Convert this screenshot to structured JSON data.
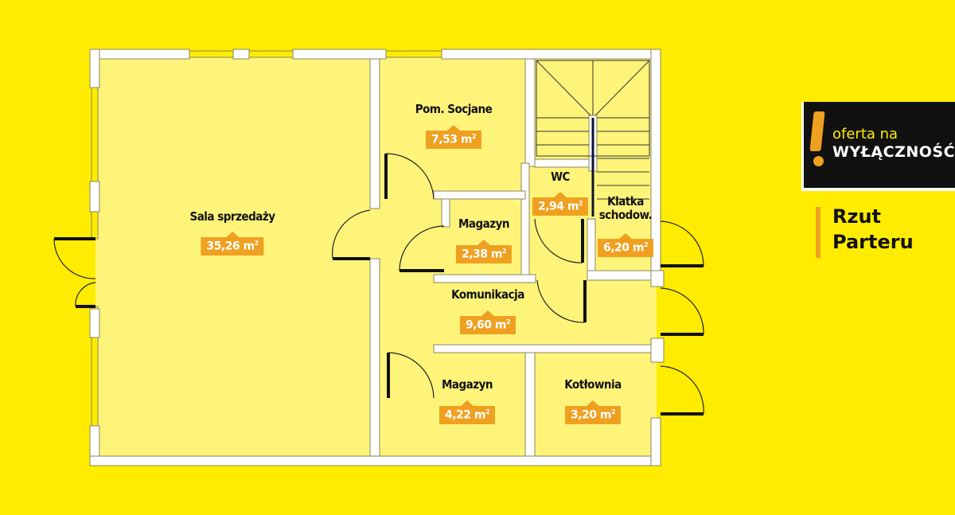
{
  "rooms": [
    {
      "name": "Sala sprzedaży",
      "area": "35,26"
    },
    {
      "name": "Pom. Socjane",
      "area": "7,53"
    },
    {
      "name": "Magazyn",
      "area": "2,38"
    },
    {
      "name": "WC",
      "area": "2,94"
    },
    {
      "name": "Klatka schodow.",
      "area": "6,20"
    },
    {
      "name": "Komunikacja",
      "area": "9,60"
    },
    {
      "name": "Magazyn",
      "area": "4,22"
    },
    {
      "name": "Kotłownia",
      "area": "3,20"
    }
  ],
  "unit": "m",
  "unit_sup": "2",
  "badge": {
    "line1": "oferta na",
    "line2": "WYŁĄCZNOŚĆ"
  },
  "title": {
    "line1": "Rzut",
    "line2": "Parteru"
  },
  "colors": {
    "background": "#ffec00",
    "room": "#fff47a",
    "accent": "#f0a020"
  }
}
